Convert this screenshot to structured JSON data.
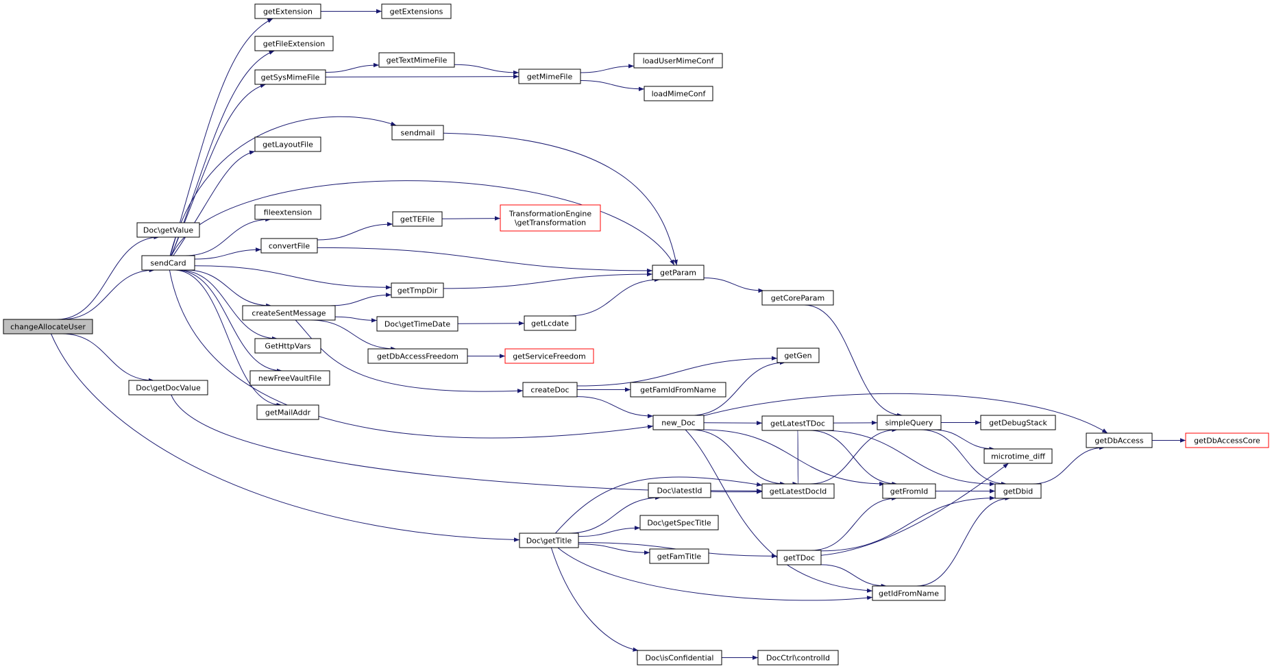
{
  "diagram": {
    "root": "changeAllocateUser",
    "colors": {
      "edge": "#191970",
      "node_border": "#000000",
      "node_border_truncated": "#ff0000",
      "root_fill": "#bfbfbf",
      "node_fill": "#ffffff",
      "text": "#000000"
    },
    "nodes": [
      {
        "id": "changeAllocateUser",
        "lines": [
          "changeAllocateUser"
        ],
        "style": "root"
      },
      {
        "id": "Doc\\getValue",
        "lines": [
          "Doc\\getValue"
        ],
        "style": "normal"
      },
      {
        "id": "sendCard",
        "lines": [
          "sendCard"
        ],
        "style": "normal"
      },
      {
        "id": "Doc\\getDocValue",
        "lines": [
          "Doc\\getDocValue"
        ],
        "style": "normal"
      },
      {
        "id": "getExtension",
        "lines": [
          "getExtension"
        ],
        "style": "normal"
      },
      {
        "id": "getExtensions",
        "lines": [
          "getExtensions"
        ],
        "style": "normal"
      },
      {
        "id": "getFileExtension",
        "lines": [
          "getFileExtension"
        ],
        "style": "normal"
      },
      {
        "id": "getSysMimeFile",
        "lines": [
          "getSysMimeFile"
        ],
        "style": "normal"
      },
      {
        "id": "getTextMimeFile",
        "lines": [
          "getTextMimeFile"
        ],
        "style": "normal"
      },
      {
        "id": "getMimeFile",
        "lines": [
          "getMimeFile"
        ],
        "style": "normal"
      },
      {
        "id": "loadUserMimeConf",
        "lines": [
          "loadUserMimeConf"
        ],
        "style": "normal"
      },
      {
        "id": "loadMimeConf",
        "lines": [
          "loadMimeConf"
        ],
        "style": "normal"
      },
      {
        "id": "sendmail",
        "lines": [
          "sendmail"
        ],
        "style": "normal"
      },
      {
        "id": "getLayoutFile",
        "lines": [
          "getLayoutFile"
        ],
        "style": "normal"
      },
      {
        "id": "fileextension",
        "lines": [
          "fileextension"
        ],
        "style": "normal"
      },
      {
        "id": "getTEFile",
        "lines": [
          "getTEFile"
        ],
        "style": "normal"
      },
      {
        "id": "TransformationEngine",
        "lines": [
          "TransformationEngine",
          "\\getTransformation"
        ],
        "style": "truncated"
      },
      {
        "id": "convertFile",
        "lines": [
          "convertFile"
        ],
        "style": "normal"
      },
      {
        "id": "getParam",
        "lines": [
          "getParam"
        ],
        "style": "normal"
      },
      {
        "id": "getTmpDir",
        "lines": [
          "getTmpDir"
        ],
        "style": "normal"
      },
      {
        "id": "getCoreParam",
        "lines": [
          "getCoreParam"
        ],
        "style": "normal"
      },
      {
        "id": "createSentMessage",
        "lines": [
          "createSentMessage"
        ],
        "style": "normal"
      },
      {
        "id": "Doc\\getTimeDate",
        "lines": [
          "Doc\\getTimeDate"
        ],
        "style": "normal"
      },
      {
        "id": "getLcdate",
        "lines": [
          "getLcdate"
        ],
        "style": "normal"
      },
      {
        "id": "GetHttpVars",
        "lines": [
          "GetHttpVars"
        ],
        "style": "normal"
      },
      {
        "id": "getDbAccessFreedom",
        "lines": [
          "getDbAccessFreedom"
        ],
        "style": "normal"
      },
      {
        "id": "getServiceFreedom",
        "lines": [
          "getServiceFreedom"
        ],
        "style": "truncated"
      },
      {
        "id": "getGen",
        "lines": [
          "getGen"
        ],
        "style": "normal"
      },
      {
        "id": "newFreeVaultFile",
        "lines": [
          "newFreeVaultFile"
        ],
        "style": "normal"
      },
      {
        "id": "createDoc",
        "lines": [
          "createDoc"
        ],
        "style": "normal"
      },
      {
        "id": "getFamIdFromName",
        "lines": [
          "getFamIdFromName"
        ],
        "style": "normal"
      },
      {
        "id": "getMailAddr",
        "lines": [
          "getMailAddr"
        ],
        "style": "normal"
      },
      {
        "id": "new_Doc",
        "lines": [
          "new_Doc"
        ],
        "style": "normal"
      },
      {
        "id": "getLatestTDoc",
        "lines": [
          "getLatestTDoc"
        ],
        "style": "normal"
      },
      {
        "id": "simpleQuery",
        "lines": [
          "simpleQuery"
        ],
        "style": "normal"
      },
      {
        "id": "getDebugStack",
        "lines": [
          "getDebugStack"
        ],
        "style": "normal"
      },
      {
        "id": "microtime_diff",
        "lines": [
          "microtime_diff"
        ],
        "style": "normal"
      },
      {
        "id": "getDbAccess",
        "lines": [
          "getDbAccess"
        ],
        "style": "normal"
      },
      {
        "id": "getDbAccessCore",
        "lines": [
          "getDbAccessCore"
        ],
        "style": "truncated"
      },
      {
        "id": "Doc\\latestId",
        "lines": [
          "Doc\\latestId"
        ],
        "style": "normal"
      },
      {
        "id": "getLatestDocId",
        "lines": [
          "getLatestDocId"
        ],
        "style": "normal"
      },
      {
        "id": "getFromId",
        "lines": [
          "getFromId"
        ],
        "style": "normal"
      },
      {
        "id": "getDbid",
        "lines": [
          "getDbid"
        ],
        "style": "normal"
      },
      {
        "id": "Doc\\getSpecTitle",
        "lines": [
          "Doc\\getSpecTitle"
        ],
        "style": "normal"
      },
      {
        "id": "Doc\\getTitle",
        "lines": [
          "Doc\\getTitle"
        ],
        "style": "normal"
      },
      {
        "id": "getFamTitle",
        "lines": [
          "getFamTitle"
        ],
        "style": "normal"
      },
      {
        "id": "getTDoc",
        "lines": [
          "getTDoc"
        ],
        "style": "normal"
      },
      {
        "id": "getIdFromName",
        "lines": [
          "getIdFromName"
        ],
        "style": "normal"
      },
      {
        "id": "Doc\\isConfidential",
        "lines": [
          "Doc\\isConfidential"
        ],
        "style": "normal"
      },
      {
        "id": "DocCtrl\\controlId",
        "lines": [
          "DocCtrl\\controlId"
        ],
        "style": "normal"
      }
    ],
    "edges": [
      {
        "from": "changeAllocateUser",
        "to": "Doc\\getValue"
      },
      {
        "from": "changeAllocateUser",
        "to": "sendCard"
      },
      {
        "from": "changeAllocateUser",
        "to": "Doc\\getDocValue"
      },
      {
        "from": "changeAllocateUser",
        "to": "Doc\\getTitle"
      },
      {
        "from": "sendCard",
        "to": "getExtension"
      },
      {
        "from": "sendCard",
        "to": "getFileExtension"
      },
      {
        "from": "sendCard",
        "to": "getSysMimeFile"
      },
      {
        "from": "sendCard",
        "to": "sendmail"
      },
      {
        "from": "sendCard",
        "to": "getLayoutFile"
      },
      {
        "from": "sendCard",
        "to": "getParam"
      },
      {
        "from": "sendCard",
        "to": "fileextension"
      },
      {
        "from": "sendCard",
        "to": "convertFile"
      },
      {
        "from": "sendCard",
        "to": "getTmpDir"
      },
      {
        "from": "sendCard",
        "to": "createSentMessage"
      },
      {
        "from": "sendCard",
        "to": "GetHttpVars"
      },
      {
        "from": "sendCard",
        "to": "newFreeVaultFile"
      },
      {
        "from": "sendCard",
        "to": "getMailAddr"
      },
      {
        "from": "sendCard",
        "to": "new_Doc"
      },
      {
        "from": "getExtension",
        "to": "getExtensions"
      },
      {
        "from": "getSysMimeFile",
        "to": "getTextMimeFile"
      },
      {
        "from": "getSysMimeFile",
        "to": "getMimeFile"
      },
      {
        "from": "getTextMimeFile",
        "to": "getMimeFile"
      },
      {
        "from": "getMimeFile",
        "to": "loadUserMimeConf"
      },
      {
        "from": "getMimeFile",
        "to": "loadMimeConf"
      },
      {
        "from": "sendmail",
        "to": "getParam"
      },
      {
        "from": "convertFile",
        "to": "getTEFile"
      },
      {
        "from": "convertFile",
        "to": "getParam"
      },
      {
        "from": "getTEFile",
        "to": "TransformationEngine"
      },
      {
        "from": "getTmpDir",
        "to": "getParam"
      },
      {
        "from": "getParam",
        "to": "getCoreParam"
      },
      {
        "from": "getCoreParam",
        "to": "simpleQuery"
      },
      {
        "from": "createSentMessage",
        "to": "getTmpDir"
      },
      {
        "from": "createSentMessage",
        "to": "Doc\\getTimeDate"
      },
      {
        "from": "createSentMessage",
        "to": "getDbAccessFreedom"
      },
      {
        "from": "createSentMessage",
        "to": "createDoc"
      },
      {
        "from": "Doc\\getTimeDate",
        "to": "getLcdate"
      },
      {
        "from": "getLcdate",
        "to": "getParam"
      },
      {
        "from": "getDbAccessFreedom",
        "to": "getServiceFreedom"
      },
      {
        "from": "createDoc",
        "to": "getGen"
      },
      {
        "from": "createDoc",
        "to": "getFamIdFromName"
      },
      {
        "from": "createDoc",
        "to": "new_Doc"
      },
      {
        "from": "Doc\\getDocValue",
        "to": "getLatestDocId"
      },
      {
        "from": "new_Doc",
        "to": "getGen"
      },
      {
        "from": "new_Doc",
        "to": "getDbAccess"
      },
      {
        "from": "new_Doc",
        "to": "getLatestTDoc"
      },
      {
        "from": "new_Doc",
        "to": "getLatestDocId"
      },
      {
        "from": "new_Doc",
        "to": "getFromId"
      },
      {
        "from": "new_Doc",
        "to": "getIdFromName"
      },
      {
        "from": "getLatestTDoc",
        "to": "simpleQuery"
      },
      {
        "from": "getLatestTDoc",
        "to": "getLatestDocId"
      },
      {
        "from": "getLatestTDoc",
        "to": "getFromId"
      },
      {
        "from": "getLatestTDoc",
        "to": "getDbid"
      },
      {
        "from": "simpleQuery",
        "to": "getDebugStack"
      },
      {
        "from": "simpleQuery",
        "to": "microtime_diff"
      },
      {
        "from": "simpleQuery",
        "to": "getDbid"
      },
      {
        "from": "getLatestDocId",
        "to": "simpleQuery"
      },
      {
        "from": "getFromId",
        "to": "getDbid"
      },
      {
        "from": "getDbid",
        "to": "getDbAccess"
      },
      {
        "from": "getDbAccess",
        "to": "getDbAccessCore"
      },
      {
        "from": "Doc\\getTitle",
        "to": "getLatestDocId"
      },
      {
        "from": "Doc\\getTitle",
        "to": "Doc\\latestId"
      },
      {
        "from": "Doc\\getTitle",
        "to": "Doc\\getSpecTitle"
      },
      {
        "from": "Doc\\getTitle",
        "to": "getFamTitle"
      },
      {
        "from": "Doc\\getTitle",
        "to": "getTDoc"
      },
      {
        "from": "Doc\\getTitle",
        "to": "getIdFromName"
      },
      {
        "from": "Doc\\getTitle",
        "to": "Doc\\isConfidential"
      },
      {
        "from": "Doc\\latestId",
        "to": "getLatestDocId"
      },
      {
        "from": "getTDoc",
        "to": "getFromId"
      },
      {
        "from": "getTDoc",
        "to": "microtime_diff"
      },
      {
        "from": "getTDoc",
        "to": "getDbid"
      },
      {
        "from": "getTDoc",
        "to": "getIdFromName"
      },
      {
        "from": "getIdFromName",
        "to": "getDbid"
      },
      {
        "from": "Doc\\isConfidential",
        "to": "DocCtrl\\controlId"
      }
    ]
  }
}
